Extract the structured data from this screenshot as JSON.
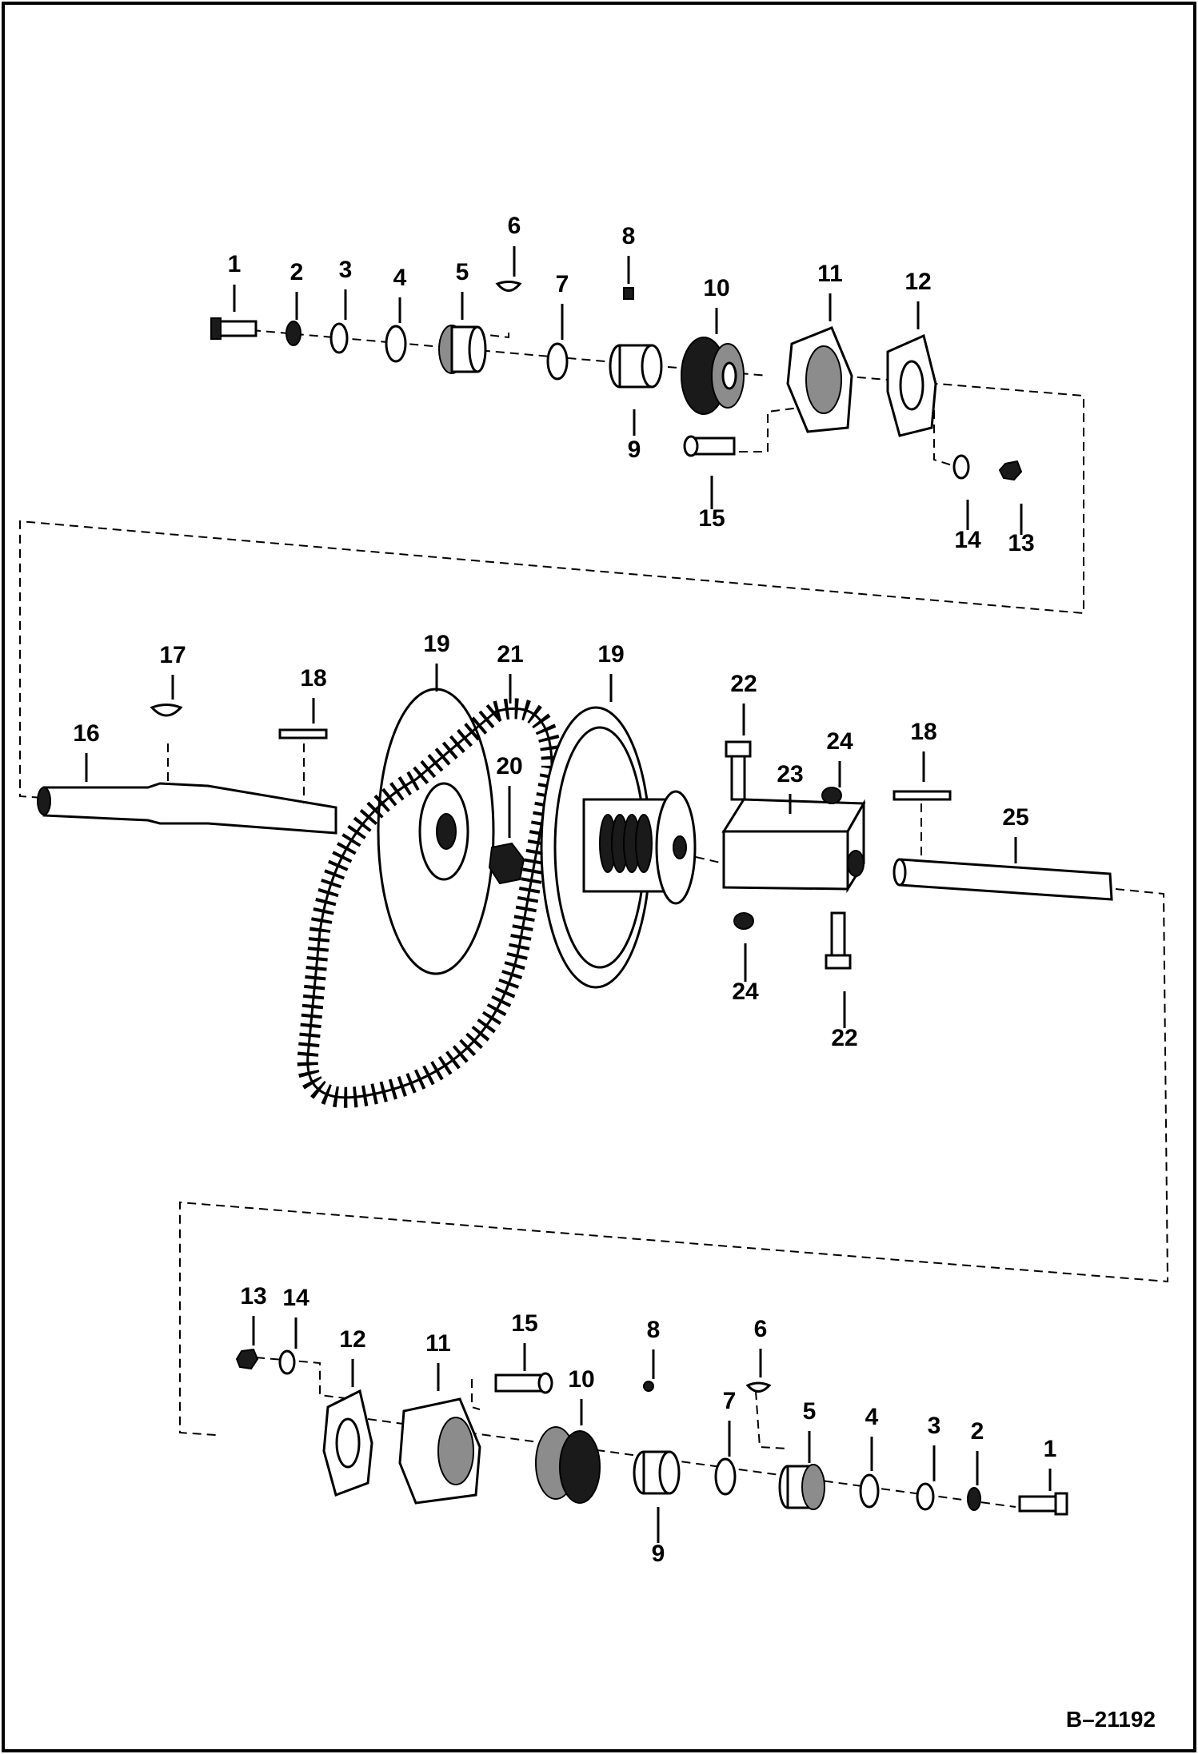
{
  "drawing_number": "B–21192",
  "callouts": {
    "top": [
      "1",
      "2",
      "3",
      "4",
      "5",
      "6",
      "7",
      "8",
      "9",
      "10",
      "11",
      "12",
      "13",
      "14",
      "15"
    ],
    "middle": [
      "16",
      "17",
      "18",
      "19",
      "19",
      "20",
      "21",
      "22",
      "22",
      "23",
      "24",
      "24",
      "18",
      "25"
    ],
    "bottom": [
      "13",
      "14",
      "12",
      "11",
      "15",
      "10",
      "8",
      "9",
      "7",
      "6",
      "5",
      "4",
      "3",
      "2",
      "1"
    ]
  }
}
